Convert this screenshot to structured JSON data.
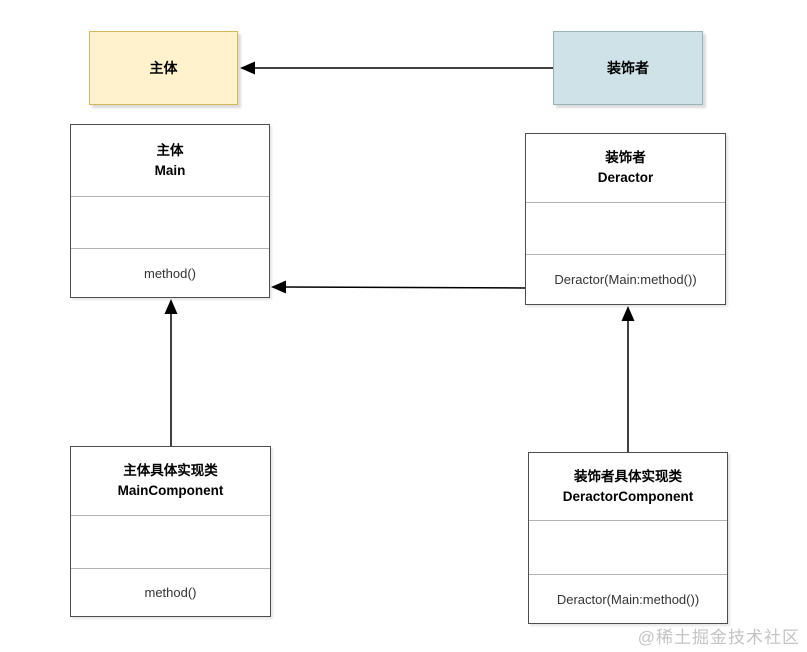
{
  "colors": {
    "subject_fill": "#FFF2CC",
    "subject_border": "#D6B656",
    "decorator_fill": "#CFE2E8",
    "decorator_border": "#98B2BC",
    "line": "#000000",
    "box_border": "#4D4D4D",
    "divider": "#B3B3B3"
  },
  "concepts": {
    "subject": {
      "label": "主体"
    },
    "decorator": {
      "label": "装饰者"
    }
  },
  "classes": {
    "main": {
      "name_cn": "主体",
      "name_en": "Main",
      "method": "method()"
    },
    "deractor": {
      "name_cn": "装饰者",
      "name_en": "Deractor",
      "method": "Deractor(Main:method())"
    },
    "main_component": {
      "name_cn": "主体具体实现类",
      "name_en": "MainComponent",
      "method": "method()"
    },
    "deractor_component": {
      "name_cn": "装饰者具体实现类",
      "name_en": "DeractorComponent",
      "method": "Deractor(Main:method())"
    }
  },
  "watermark": "@稀土掘金技术社区"
}
